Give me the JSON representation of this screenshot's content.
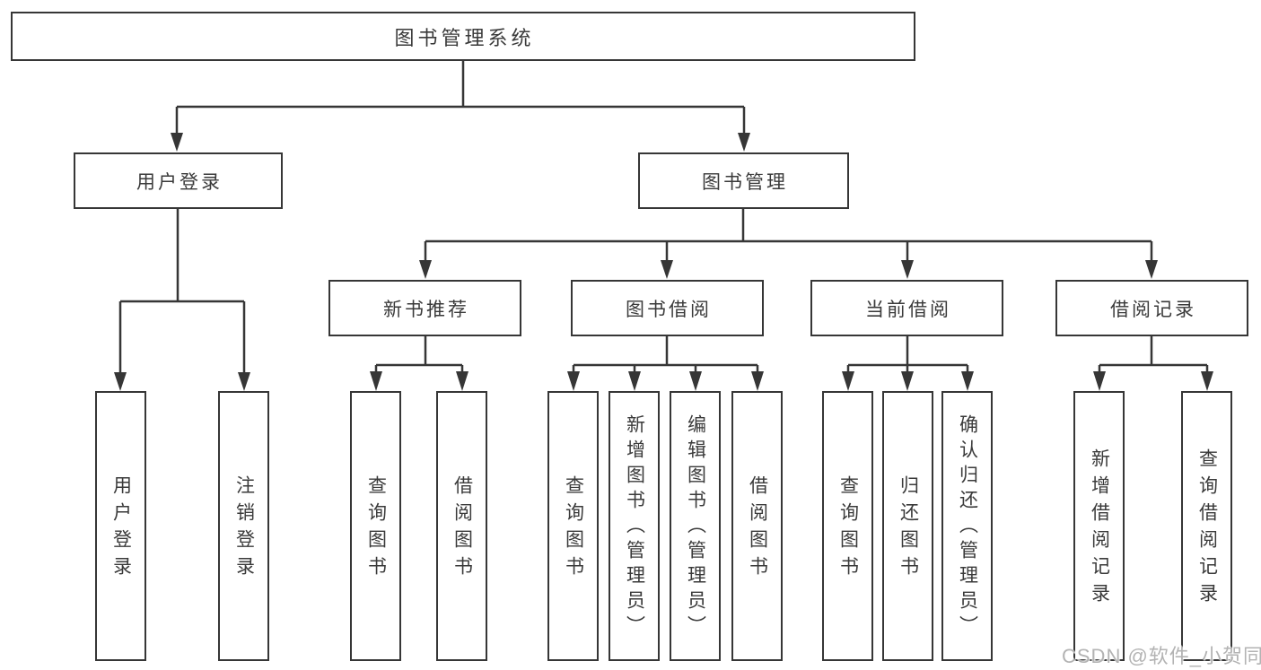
{
  "diagram_title": "图书管理系统",
  "tree": {
    "label": "图书管理系统",
    "children": [
      {
        "label": "用户登录",
        "children": [
          {
            "label": "用户登录"
          },
          {
            "label": "注销登录"
          }
        ]
      },
      {
        "label": "图书管理",
        "children": [
          {
            "label": "新书推荐",
            "children": [
              {
                "label": "查询图书"
              },
              {
                "label": "借阅图书"
              }
            ]
          },
          {
            "label": "图书借阅",
            "children": [
              {
                "label": "查询图书"
              },
              {
                "label": "新增图书（管理员）"
              },
              {
                "label": "编辑图书（管理员）"
              },
              {
                "label": "借阅图书"
              }
            ]
          },
          {
            "label": "当前借阅",
            "children": [
              {
                "label": "查询图书"
              },
              {
                "label": "归还图书"
              },
              {
                "label": "确认归还（管理员）"
              }
            ]
          },
          {
            "label": "借阅记录",
            "children": [
              {
                "label": "新增借阅记录"
              },
              {
                "label": "查询借阅记录"
              }
            ]
          }
        ]
      }
    ]
  },
  "watermark": {
    "text": "CSDN @软件_小贺同学"
  },
  "colors": {
    "line": "#363636",
    "text": "#3a3a3a",
    "background": "#ffffff",
    "watermark": "#b3b3b3"
  }
}
